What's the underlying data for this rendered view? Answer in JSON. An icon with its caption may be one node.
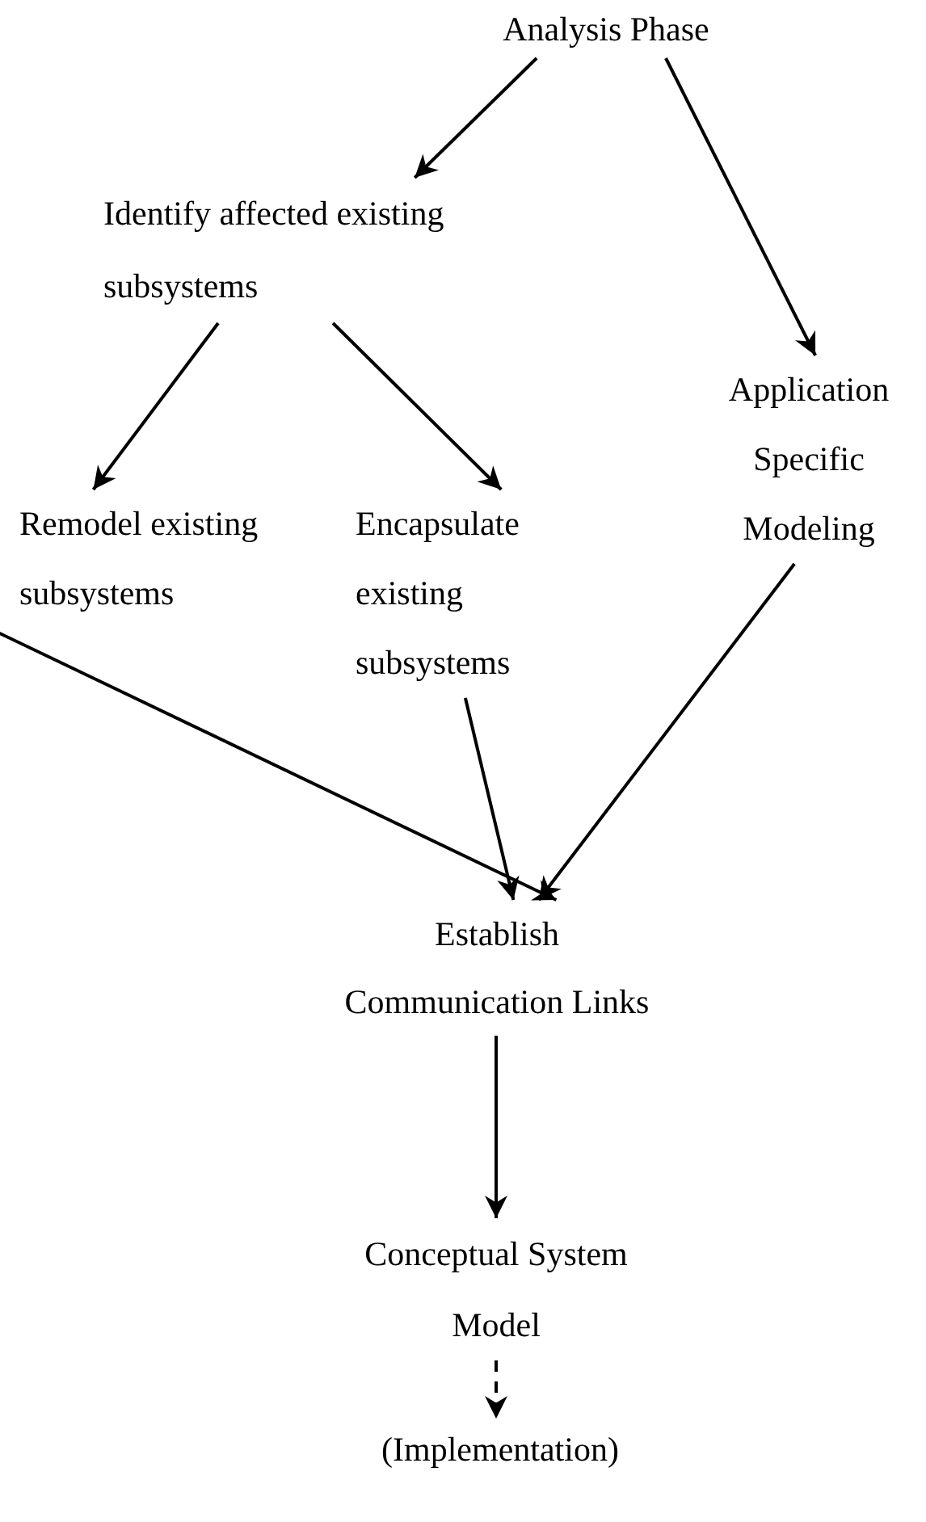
{
  "diagram": {
    "nodes": [
      {
        "text": [
          "Analysis Phase"
        ]
      },
      {
        "text": [
          "Identify affected existing subsystems"
        ]
      },
      {
        "text": [
          "Application Specific Modeling"
        ]
      },
      {
        "text": [
          "Remodel existing subsystems"
        ]
      },
      {
        "text": [
          "Encapsulate existing subsystems"
        ]
      },
      {
        "text": [
          "Establish Communication Links"
        ]
      },
      {
        "text": [
          "Conceptual System Model"
        ]
      },
      {
        "text": [
          "(Implementation)"
        ]
      }
    ],
    "edges": [
      {
        "from": 0,
        "to": 1,
        "arrow": "to"
      },
      {
        "from": 0,
        "to": 2,
        "arrow": "to"
      },
      {
        "from": 1,
        "to": 3,
        "arrow": "to"
      },
      {
        "from": 1,
        "to": 4,
        "arrow": "to"
      },
      {
        "from": 3,
        "to": 5,
        "arrow": "to"
      },
      {
        "from": 4,
        "to": 5,
        "arrow": "to"
      },
      {
        "from": 2,
        "to": 5,
        "arrow": "to"
      },
      {
        "from": 5,
        "to": 6,
        "arrow": "to"
      },
      {
        "from": 6,
        "to": 7,
        "arrow": "to",
        "style": "dashed"
      }
    ]
  }
}
